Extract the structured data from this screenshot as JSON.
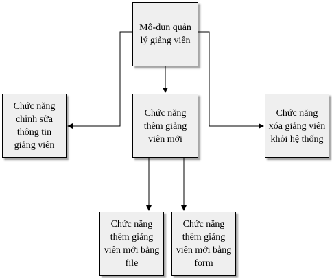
{
  "nodes": {
    "root": "Mô-đun quản lý giảng viên",
    "edit": "Chức năng chỉnh sửa thông tin giảng viên",
    "add": "Chức năng thêm giảng viên mới",
    "delete": "Chức năng xóa giảng viên khỏi hệ thống",
    "add_by_file": "Chức năng thêm giảng viên mới bằng file",
    "add_by_form": "Chức năng thêm giảng viên mới bằng form"
  },
  "colors": {
    "node_fill": "#efefef",
    "node_border": "#000000",
    "connector": "#000000"
  }
}
